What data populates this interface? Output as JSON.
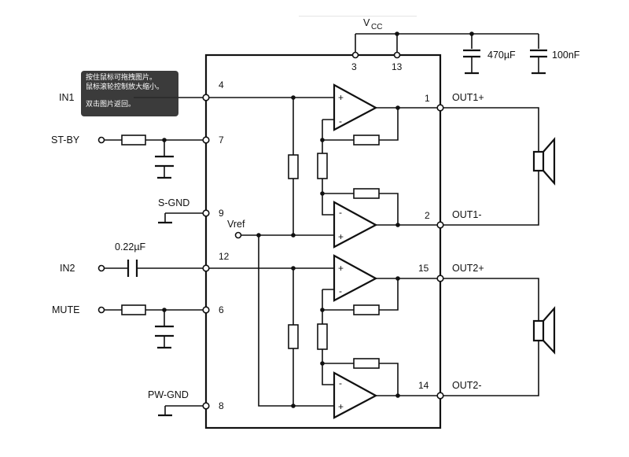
{
  "diagram": {
    "vcc_label": "V",
    "vcc_sub": "CC",
    "cap_470": "470µF",
    "cap_100": "100nF",
    "cap_022": "0.22µF",
    "vref": "Vref",
    "inputs": {
      "in1": "IN1",
      "stby": "ST-BY",
      "sgnd": "S-GND",
      "in2": "IN2",
      "mute": "MUTE",
      "pwgnd": "PW-GND"
    },
    "outputs": {
      "out1p": "OUT1+",
      "out1m": "OUT1-",
      "out2p": "OUT2+",
      "out2m": "OUT2-"
    },
    "pins": {
      "p3": "3",
      "p13": "13",
      "p4": "4",
      "p7": "7",
      "p9": "9",
      "p12": "12",
      "p6": "6",
      "p8": "8",
      "p1": "1",
      "p2": "2",
      "p15": "15",
      "p14": "14"
    },
    "opamp_plus": "+",
    "opamp_minus": "-"
  },
  "tooltip": {
    "line1": "按住鼠标可拖拽图片。",
    "line2": "鼠标滚轮控制放大缩小。",
    "line3": "双击图片返回。"
  }
}
